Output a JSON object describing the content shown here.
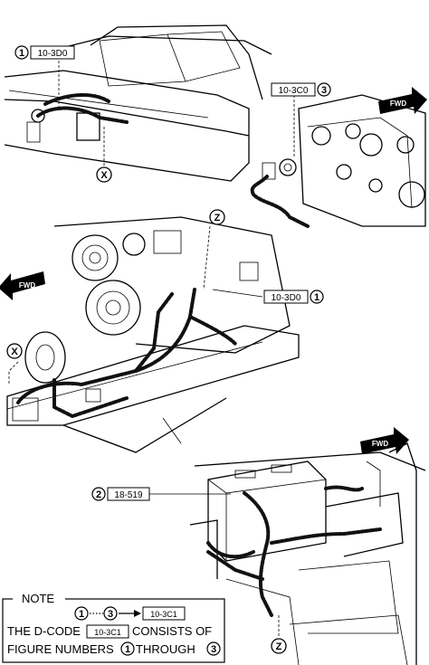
{
  "callouts": {
    "top_left_code": "10-3D0",
    "top_left_num": "1",
    "top_right_code": "10-3C0",
    "top_right_num": "3",
    "mid_code": "10-3D0",
    "mid_num": "1",
    "bottom_code": "18-519",
    "bottom_num": "2"
  },
  "markers": {
    "x_top": "X",
    "x_mid": "X",
    "z_top": "Z",
    "z_bottom": "Z"
  },
  "fwd": {
    "top_right": "FWD",
    "mid_left": "FWD",
    "bottom_right": "FWD"
  },
  "note": {
    "title": "NOTE",
    "range_start": "1",
    "range_end": "3",
    "range_code": "10-3C1",
    "line2_prefix": "THE D-CODE",
    "line2_code": "10-3C1",
    "line2_suffix": "CONSISTS OF",
    "line3_prefix": "FIGURE NUMBERS",
    "line3_start": "1",
    "line3_mid": "THROUGH",
    "line3_end": "3"
  }
}
